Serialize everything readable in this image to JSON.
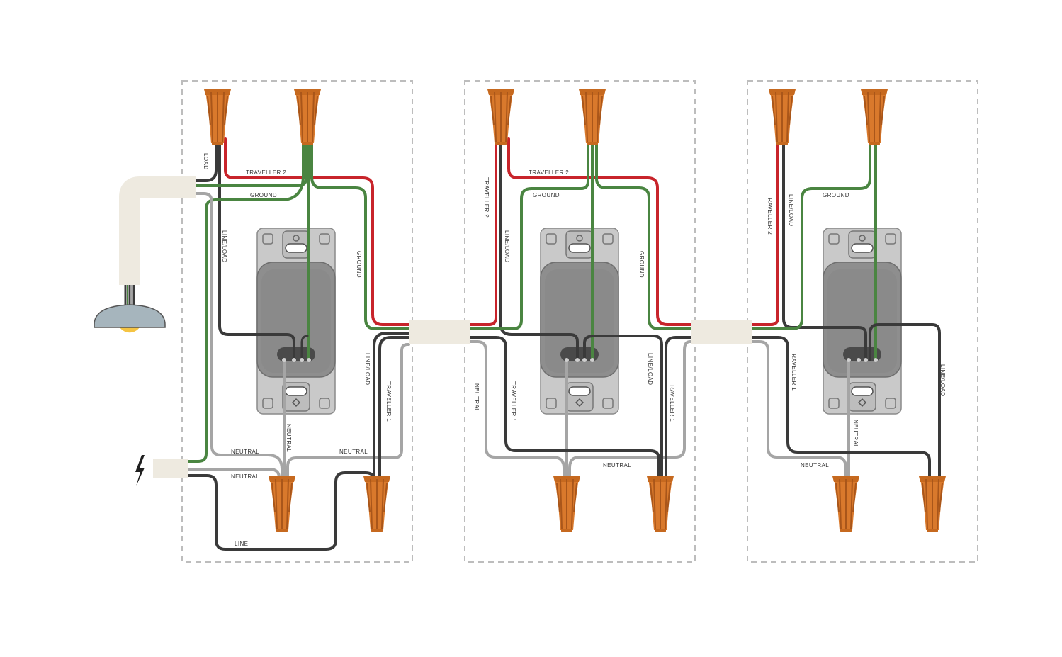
{
  "colors": {
    "hot": "#3a3a3a",
    "traveller": "#c8242b",
    "ground": "#4a8541",
    "neutral": "#a5a5a5",
    "connector": "#d9792c",
    "connector_dark": "#a9561a",
    "cable": "#eeeae0",
    "box_outline": "#bdbdbd",
    "plate": "#c9c9c9",
    "switch_body": "#8e8e8e",
    "lamp_shade": "#a6b5bd",
    "bulb": "#f5c443"
  },
  "icons": {
    "power_source": "lightning-bolt-icon",
    "lamp": "ceiling-light-icon",
    "connector": "wire-nut-icon"
  },
  "labels": {
    "b1_load": "LOAD",
    "b1_traveller2": "TRAVELLER 2",
    "b1_ground_top": "GROUND",
    "b1_line_load_left": "LINE/LOAD",
    "b1_ground_right": "GROUND",
    "b1_line_load_right": "LINE/LOAD",
    "b1_traveller1": "TRAVELLER 1",
    "b1_neutral_vertical": "NEUTRAL",
    "b1_neutral_upper": "NEUTRAL",
    "b1_neutral_lower": "NEUTRAL",
    "b1_neutral_right": "NEUTRAL",
    "b1_line": "LINE",
    "b2_traveller2_vertical": "TRAVELLER 2",
    "b2_traveller2": "TRAVELLER 2",
    "b2_ground_top": "GROUND",
    "b2_line_load_left": "LINE/LOAD",
    "b2_ground_right": "GROUND",
    "b2_neutral_left": "NEUTRAL",
    "b2_traveller1_left": "TRAVELLER 1",
    "b2_line_load_right": "LINE/LOAD",
    "b2_traveller1_right": "TRAVELLER 1",
    "b2_neutral_bottom": "NEUTRAL",
    "b3_traveller2": "TRAVELLER 2",
    "b3_line_load_left": "LINE/LOAD",
    "b3_ground": "GROUND",
    "b3_traveller1": "TRAVELLER 1",
    "b3_line_load_right": "LINE/LOAD",
    "b3_neutral_vertical": "NEUTRAL",
    "b3_neutral_bottom": "NEUTRAL"
  }
}
